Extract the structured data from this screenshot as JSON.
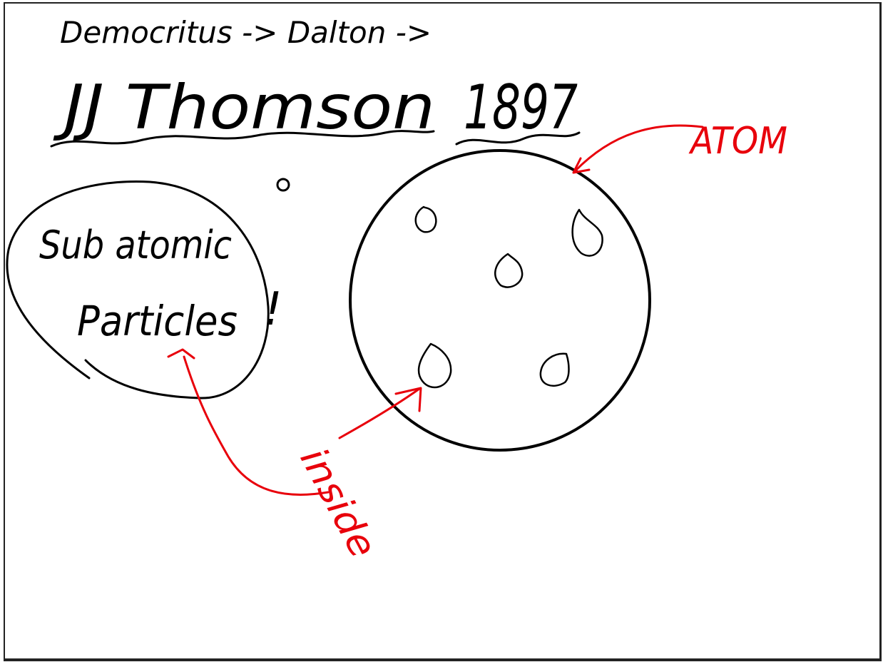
{
  "history_line": "Democritus -> Dalton ->",
  "title": {
    "name": "JJ Thomson",
    "year": "1897"
  },
  "bubble_label": {
    "line1": "Sub atomic",
    "line2": "Particles"
  },
  "exclamation": "!",
  "atom_label": "ATOM",
  "inside_label": "inside",
  "colors": {
    "ink": "#000000",
    "annotation": "#e8000b",
    "border": "#222222"
  }
}
